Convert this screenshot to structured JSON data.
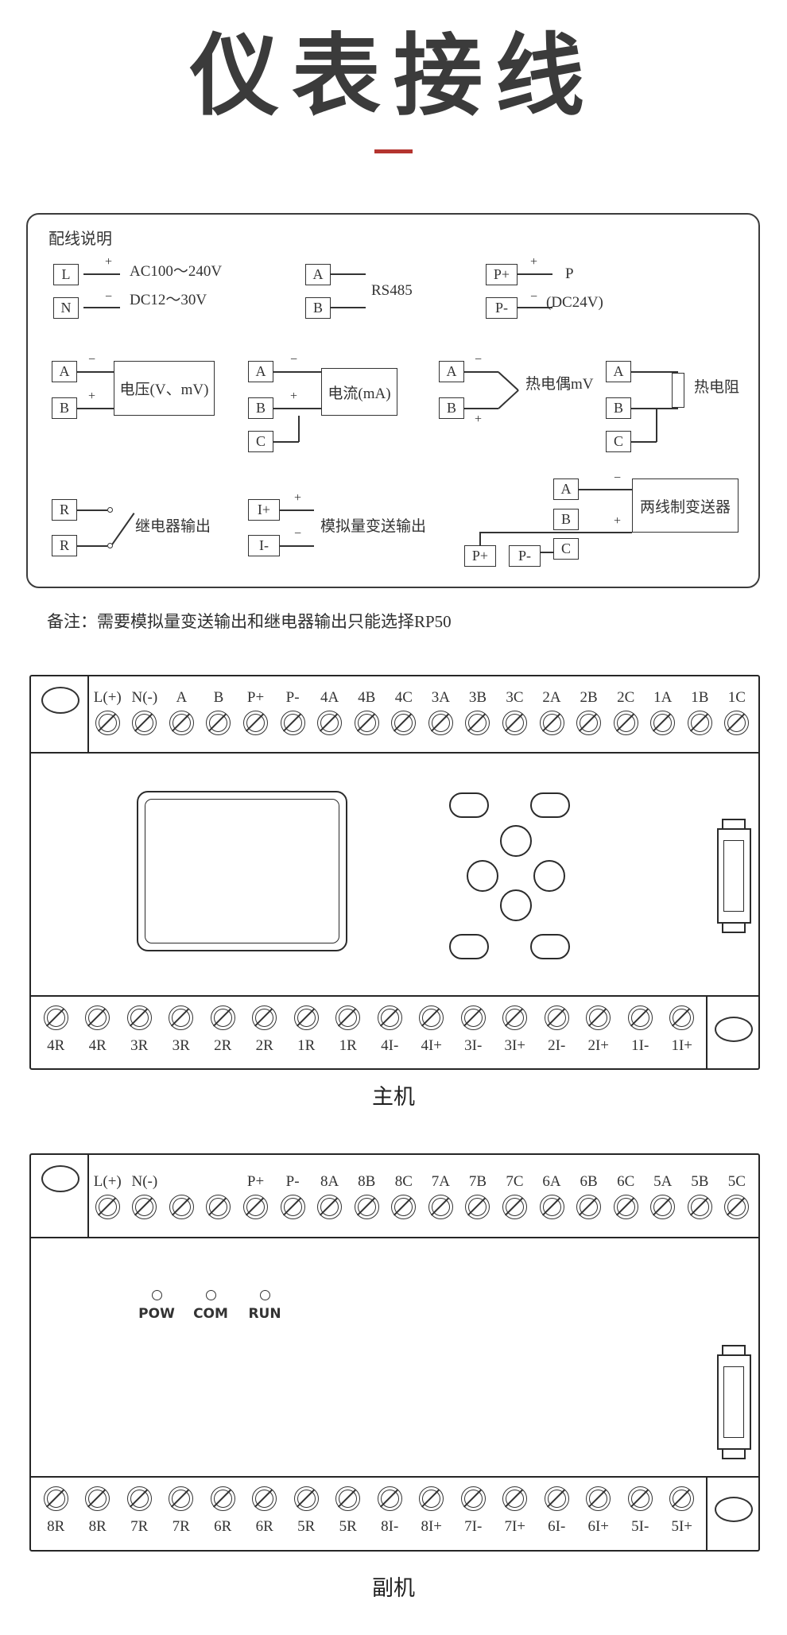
{
  "page": {
    "title": "仪表接线",
    "note": "备注：需要模拟量变送输出和继电器输出只能选择RP50"
  },
  "colors": {
    "accent_red": "#b4342f",
    "ink": "#333333",
    "title_gray": "#3b3b3b"
  },
  "signs": {
    "plus": "+",
    "minus": "−"
  },
  "wiring_panel": {
    "heading": "配线说明",
    "mains": {
      "terminals": [
        "L",
        "N"
      ],
      "line1": "AC100～240V",
      "line2": "DC12～30V"
    },
    "rs485": {
      "terminals": [
        "A",
        "B"
      ],
      "label": "RS485"
    },
    "aux_power": {
      "terminals": [
        "P+",
        "P-"
      ],
      "label": "P",
      "sublabel": "(DC24V)"
    },
    "voltage": {
      "terminals": [
        "A",
        "B"
      ],
      "label": "电压(V、mV)"
    },
    "current": {
      "terminals": [
        "A",
        "B",
        "C"
      ],
      "label": "电流(mA)"
    },
    "thermocouple": {
      "terminals": [
        "A",
        "B"
      ],
      "label": "热电偶mV"
    },
    "rtd": {
      "terminals": [
        "A",
        "B",
        "C"
      ],
      "label": "热电阻"
    },
    "relay": {
      "terminals": [
        "R",
        "R"
      ],
      "label": "继电器输出"
    },
    "analog_output": {
      "terminals": [
        "I+",
        "I-"
      ],
      "label": "模拟量变送输出"
    },
    "transmitter": {
      "terminals": [
        "A",
        "B",
        "C"
      ],
      "power_terminals": [
        "P+",
        "P-"
      ],
      "label": "两线制变送器"
    }
  },
  "main_unit": {
    "caption": "主机",
    "top_labels": [
      "L(+)",
      "N(-)",
      "A",
      "B",
      "P+",
      "P-",
      "4A",
      "4B",
      "4C",
      "3A",
      "3B",
      "3C",
      "2A",
      "2B",
      "2C",
      "1A",
      "1B",
      "1C"
    ],
    "bottom_labels": [
      "4R",
      "4R",
      "3R",
      "3R",
      "2R",
      "2R",
      "1R",
      "1R",
      "4I-",
      "4I+",
      "3I-",
      "3I+",
      "2I-",
      "2I+",
      "1I-",
      "1I+"
    ]
  },
  "sub_unit": {
    "caption": "副机",
    "top_labels": [
      "L(+)",
      "N(-)",
      "",
      "",
      "P+",
      "P-",
      "8A",
      "8B",
      "8C",
      "7A",
      "7B",
      "7C",
      "6A",
      "6B",
      "6C",
      "5A",
      "5B",
      "5C"
    ],
    "bottom_labels": [
      "8R",
      "8R",
      "7R",
      "7R",
      "6R",
      "6R",
      "5R",
      "5R",
      "8I-",
      "8I+",
      "7I-",
      "7I+",
      "6I-",
      "6I+",
      "5I-",
      "5I+"
    ],
    "leds": [
      "POW",
      "COM",
      "RUN"
    ]
  }
}
